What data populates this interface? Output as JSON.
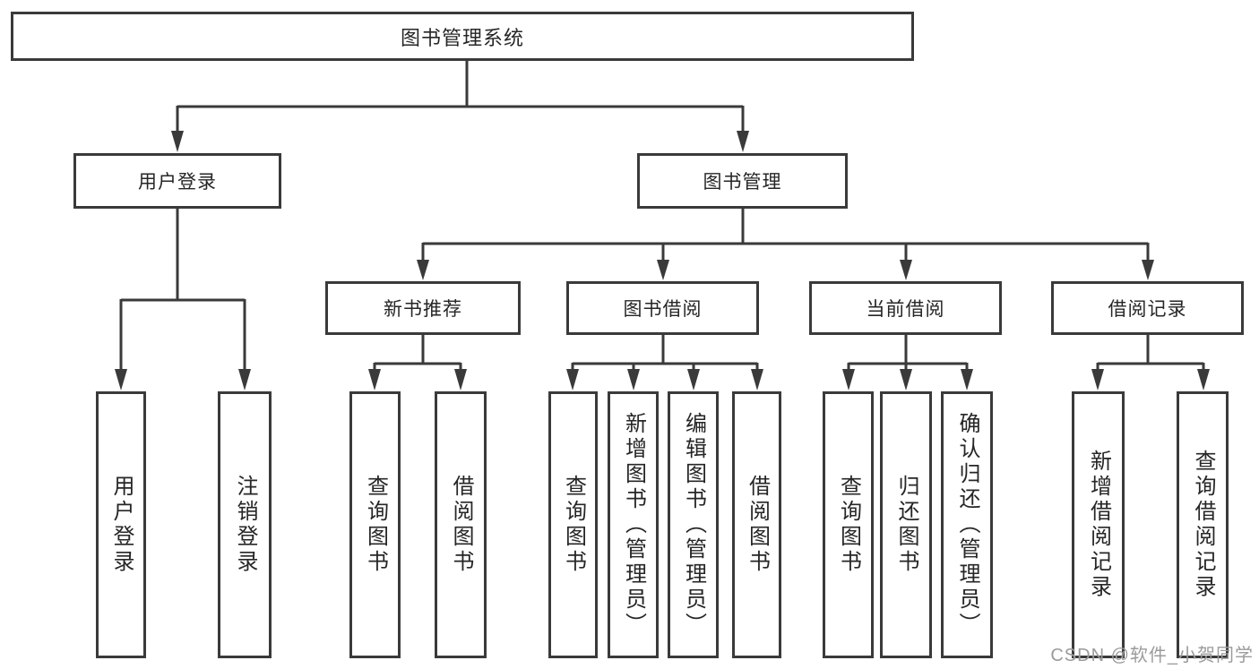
{
  "diagram": {
    "root": {
      "label": "图书管理系统"
    },
    "branches": [
      {
        "label": "用户登录",
        "children": [
          {
            "label": "用户登录"
          },
          {
            "label": "注销登录"
          }
        ]
      },
      {
        "label": "图书管理",
        "children": [
          {
            "label": "新书推荐",
            "children": [
              {
                "label": "查询图书"
              },
              {
                "label": "借阅图书"
              }
            ]
          },
          {
            "label": "图书借阅",
            "children": [
              {
                "label": "查询图书"
              },
              {
                "label": "新增图书（管理员）"
              },
              {
                "label": "编辑图书（管理员）"
              },
              {
                "label": "借阅图书"
              }
            ]
          },
          {
            "label": "当前借阅",
            "children": [
              {
                "label": "查询图书"
              },
              {
                "label": "归还图书"
              },
              {
                "label": "确认归还（管理员）"
              }
            ]
          },
          {
            "label": "借阅记录",
            "children": [
              {
                "label": "新增借阅记录"
              },
              {
                "label": "查询借阅记录"
              }
            ]
          }
        ]
      }
    ]
  },
  "watermark": {
    "text": "CSDN @软件_小贺同学"
  },
  "colors": {
    "line": "#3a3a3a",
    "box_border": "#3a3a3a",
    "text": "#262626",
    "watermark": "#9b9b9b",
    "background": "#ffffff"
  }
}
